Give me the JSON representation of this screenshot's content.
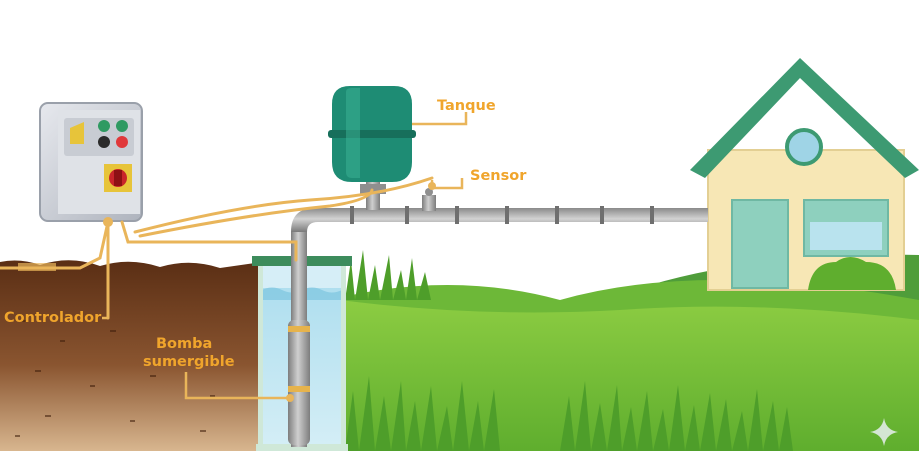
{
  "labels": {
    "tank": "Tanque",
    "sensor": "Sensor",
    "controller": "Controlador",
    "pump_line1": "Bomba",
    "pump_line2": "sumergible"
  },
  "colors": {
    "label": "#f0a52c",
    "wire": "#e9b55a",
    "tank": "#1e8c74",
    "pipe": "#9a9a9a",
    "soil": "#6b3a1c",
    "grass": "#7fc63a",
    "water": "#b9e2f0",
    "house_wall": "#f7e7b5",
    "house_roof": "#3d9a72"
  }
}
